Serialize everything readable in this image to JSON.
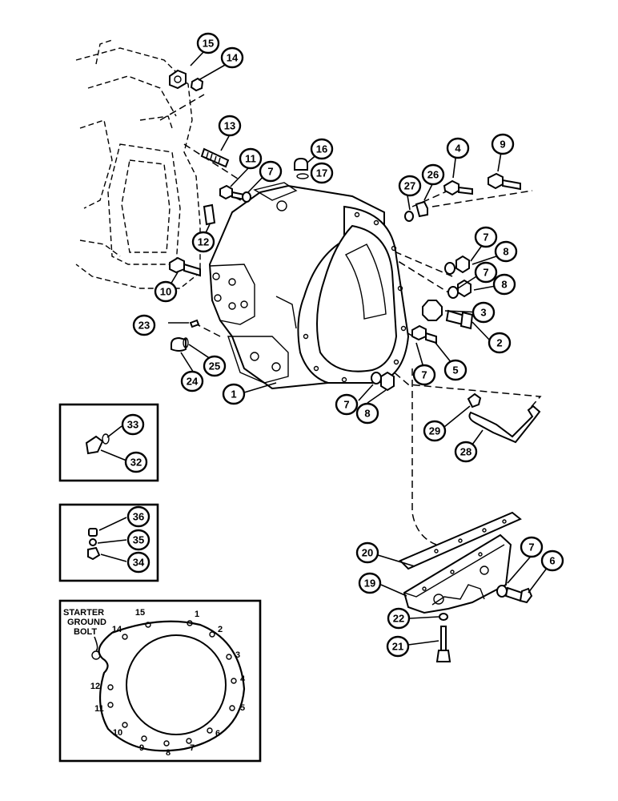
{
  "callouts": [
    {
      "id": "c15",
      "label": "15"
    },
    {
      "id": "c14",
      "label": "14"
    },
    {
      "id": "c13",
      "label": "13"
    },
    {
      "id": "c16",
      "label": "16"
    },
    {
      "id": "c17",
      "label": "17"
    },
    {
      "id": "c11",
      "label": "11"
    },
    {
      "id": "c7a",
      "label": "7"
    },
    {
      "id": "c4",
      "label": "4"
    },
    {
      "id": "c9",
      "label": "9"
    },
    {
      "id": "c27",
      "label": "27"
    },
    {
      "id": "c26",
      "label": "26"
    },
    {
      "id": "c12",
      "label": "12"
    },
    {
      "id": "c7b",
      "label": "7"
    },
    {
      "id": "c8a",
      "label": "8"
    },
    {
      "id": "c7c",
      "label": "7"
    },
    {
      "id": "c8b",
      "label": "8"
    },
    {
      "id": "c10",
      "label": "10"
    },
    {
      "id": "c3",
      "label": "3"
    },
    {
      "id": "c23",
      "label": "23"
    },
    {
      "id": "c2",
      "label": "2"
    },
    {
      "id": "c5",
      "label": "5"
    },
    {
      "id": "c7d",
      "label": "7"
    },
    {
      "id": "c24",
      "label": "24"
    },
    {
      "id": "c25",
      "label": "25"
    },
    {
      "id": "c1",
      "label": "1"
    },
    {
      "id": "c7e",
      "label": "7"
    },
    {
      "id": "c8c",
      "label": "8"
    },
    {
      "id": "c33",
      "label": "33"
    },
    {
      "id": "c32",
      "label": "32"
    },
    {
      "id": "c29",
      "label": "29"
    },
    {
      "id": "c28",
      "label": "28"
    },
    {
      "id": "c36",
      "label": "36"
    },
    {
      "id": "c35",
      "label": "35"
    },
    {
      "id": "c34",
      "label": "34"
    },
    {
      "id": "c20",
      "label": "20"
    },
    {
      "id": "c7f",
      "label": "7"
    },
    {
      "id": "c6",
      "label": "6"
    },
    {
      "id": "c19",
      "label": "19"
    },
    {
      "id": "c22",
      "label": "22"
    },
    {
      "id": "c21",
      "label": "21"
    }
  ],
  "inset_bolt_pattern": {
    "starter_label_lines": [
      "STARTER",
      "GROUND",
      "BOLT"
    ],
    "bolt_numbers": [
      "1",
      "2",
      "3",
      "4",
      "5",
      "6",
      "7",
      "8",
      "9",
      "10",
      "11",
      "12",
      "14",
      "15"
    ]
  }
}
